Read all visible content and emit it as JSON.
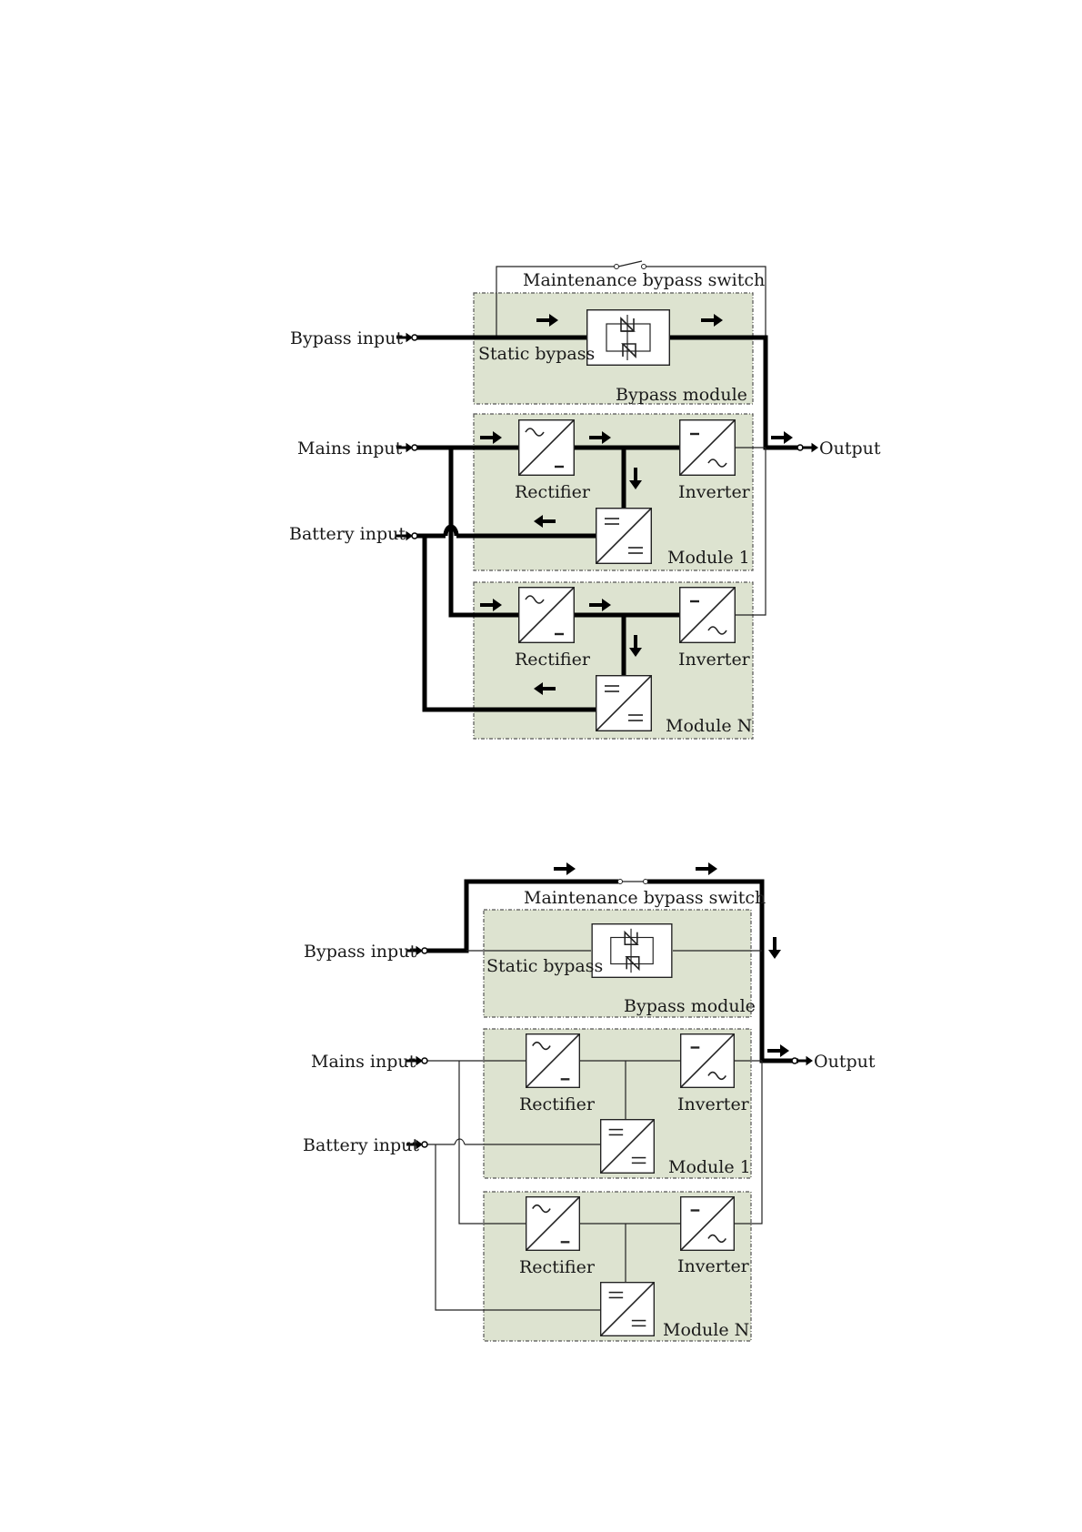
{
  "diagram1": {
    "maintenance_bypass_switch": "Maintenance bypass switch",
    "static_bypass": "Static bypass",
    "bypass_module": "Bypass module",
    "bypass_input": "Bypass input",
    "mains_input": "Mains input",
    "battery_input": "Battery input",
    "output": "Output",
    "module_1": {
      "rectifier": "Rectifier",
      "inverter": "Inverter",
      "name": "Module 1"
    },
    "module_n": {
      "rectifier": "Rectifier",
      "inverter": "Inverter",
      "name": "Module N"
    }
  },
  "diagram2": {
    "maintenance_bypass_switch": "Maintenance bypass switch",
    "static_bypass": "Static bypass",
    "bypass_module": "Bypass module",
    "bypass_input": "Bypass input",
    "mains_input": "Mains input",
    "battery_input": "Battery input",
    "output": "Output",
    "module_1": {
      "rectifier": "Rectifier",
      "inverter": "Inverter",
      "name": "Module 1"
    },
    "module_n": {
      "rectifier": "Rectifier",
      "inverter": "Inverter",
      "name": "Module N"
    }
  },
  "colors": {
    "module_fill": "#dde3d0",
    "line": "#000000"
  }
}
